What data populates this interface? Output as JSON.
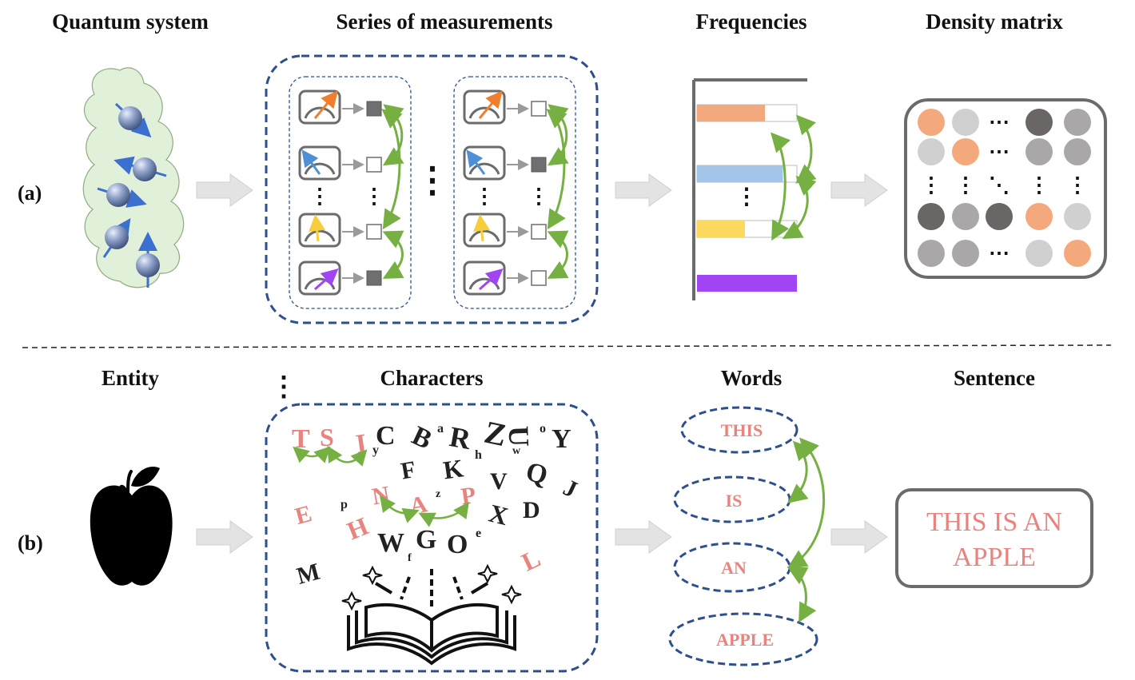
{
  "panel_a": {
    "label": "(a)",
    "headings": {
      "quantum_system": "Quantum system",
      "series_of_measurements": "Series of measurements",
      "frequencies": "Frequencies",
      "density_matrix": "Density matrix"
    },
    "colors": {
      "orange": "#f4a97c",
      "blue": "#a4c5ea",
      "yellow": "#fcd95f",
      "purple": "#a044f4",
      "green_link": "#76b043",
      "dashed_frame": "#2e4f8f",
      "cloud_fill": "#e1f1d9"
    },
    "frequency_bars": [
      {
        "color": "orange",
        "fill": 0.68
      },
      {
        "color": "blue",
        "fill": 0.86
      },
      {
        "color": "yellow",
        "fill": 0.48
      },
      {
        "color": "purple",
        "fill": 1.0
      }
    ],
    "density_matrix_rows": [
      [
        "orange",
        "lightgray",
        "dots",
        "darkgray",
        "gray"
      ],
      [
        "lightgray",
        "orange",
        "dots",
        "gray",
        "gray"
      ],
      [
        "vdots",
        "vdots",
        "ddots",
        "vdots",
        "vdots"
      ],
      [
        "darkgray",
        "gray",
        "darkgray",
        "orange",
        "lightgray"
      ],
      [
        "gray",
        "gray",
        "dots",
        "lightgray",
        "orange"
      ]
    ]
  },
  "panel_b": {
    "label": "(b)",
    "headings": {
      "entity": "Entity",
      "characters": "Characters",
      "words": "Words",
      "sentence": "Sentence"
    },
    "characters_red": [
      "T",
      "S",
      "I",
      "N",
      "A",
      "P",
      "E",
      "H",
      "L"
    ],
    "characters_black": [
      "C",
      "y",
      "B",
      "a",
      "R",
      "h",
      "Z",
      "U",
      "w",
      "o",
      "Y",
      "F",
      "K",
      "V",
      "Q",
      "J",
      "p",
      "z",
      "X",
      "D",
      "W",
      "f",
      "G",
      "O",
      "e",
      "M"
    ],
    "words": [
      "THIS",
      "IS",
      "AN",
      "APPLE"
    ],
    "sentence_line1": "THIS IS AN",
    "sentence_line2": "APPLE"
  }
}
